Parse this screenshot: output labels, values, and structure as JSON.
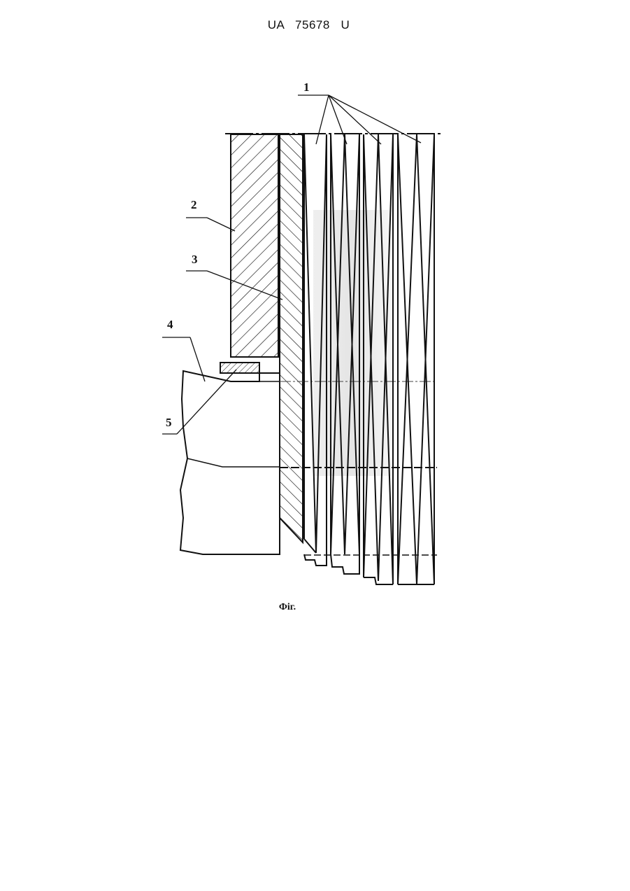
{
  "header": {
    "patent_number": "UA   75678   U"
  },
  "figure": {
    "caption": "Фіг.",
    "labels": {
      "l1": "1",
      "l2": "2",
      "l3": "3",
      "l4": "4",
      "l5": "5"
    }
  },
  "colors": {
    "line": "#111111",
    "shade": "#d8d8d8"
  }
}
